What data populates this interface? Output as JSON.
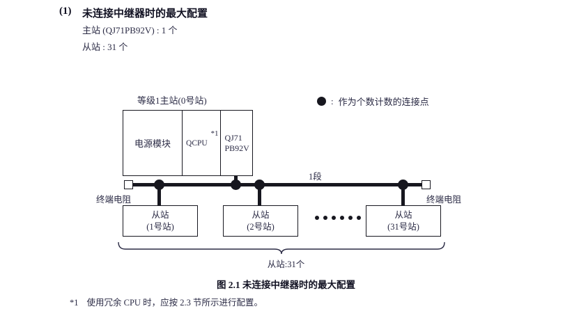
{
  "heading": {
    "number": "(1)",
    "title": "未连接中继器时的最大配置",
    "master_line": "主站 (QJ71PB92V) : 1 个",
    "slave_line": "从站 : 31 个"
  },
  "legend": {
    "dot_icon": "filled-circle-icon",
    "colon": ":",
    "text": "作为个数计数的连接点"
  },
  "diagram": {
    "master": {
      "caption": "等级1主站(0号站)",
      "cells": {
        "power": "电源模块",
        "cpu": "QCPU",
        "cpu_note": "*1",
        "network_line1": "QJ71",
        "network_line2": "PB92V"
      }
    },
    "bus": {
      "segment_label": "1段",
      "terminal_left": "终端电阻",
      "terminal_right": "终端电阻"
    },
    "slaves": [
      {
        "name": "从站",
        "number": "(1号站)"
      },
      {
        "name": "从站",
        "number": "(2号站)"
      },
      {
        "name": "从站",
        "number": "(31号站)"
      }
    ],
    "ellipsis_count": 6,
    "slave_total_label": "从站:31个"
  },
  "figure": {
    "caption": "图 2.1  未连接中继器时的最大配置"
  },
  "footnote": {
    "marker": "*1",
    "text": "使用冗余 CPU 时，应按 2.3 节所示进行配置。"
  },
  "colors": {
    "ink": "#17171f",
    "text": "#2a2a44",
    "heading": "#111122",
    "background": "#ffffff"
  }
}
